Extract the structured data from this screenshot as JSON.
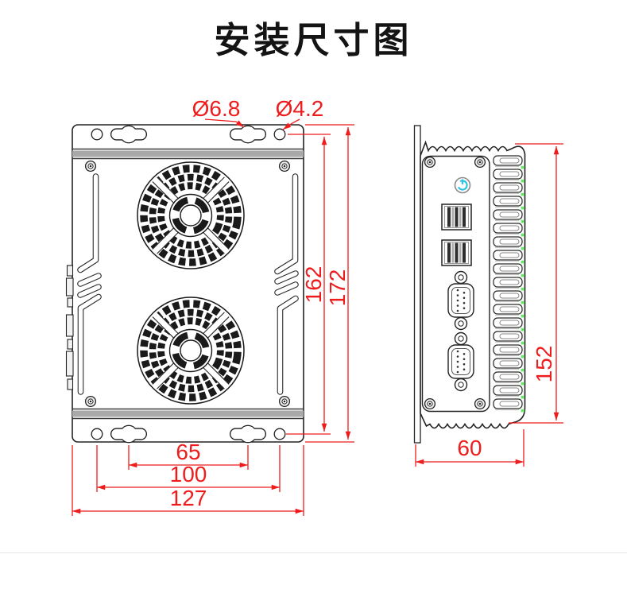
{
  "title": "安装尺寸图",
  "dimensions": {
    "slot_hole_dia": "Ø6.8",
    "round_hole_dia": "Ø4.2",
    "vertical_hole_span": "162",
    "overall_height": "172",
    "slot_span": "65",
    "hole_span": "100",
    "overall_width": "127",
    "side_height": "152",
    "depth": "60"
  },
  "icons": {
    "power_button": "power-icon",
    "fan": "fan-grille",
    "screw": "screw-head",
    "keyhole": "keyhole-mount-slot",
    "serial": "db9-serial-port",
    "usb": "usb-port"
  },
  "colors": {
    "annotation_red": "#ee1c1c",
    "line_black": "#232323",
    "fin_accent_green": "#6fe36f",
    "power_led_cyan": "#2fc3e8",
    "band_gray": "#a9a9a9"
  }
}
